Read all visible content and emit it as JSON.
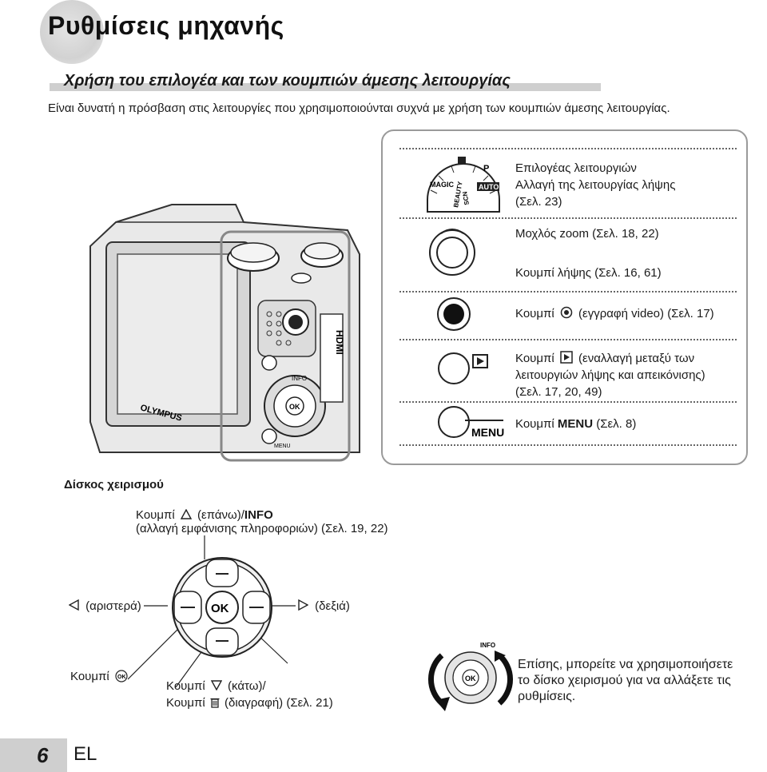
{
  "header": {
    "title": "Ρυθμίσεις μηχανής",
    "subheading": "Χρήση του επιλογέα και των κουμπιών άμεσης λειτουργίας",
    "intro": "Είναι δυνατή η πρόσβαση στις λειτουργίες που χρησιμοποιούνται συχνά με χρήση των κουμπιών άμεσης λειτουργίας."
  },
  "controls": {
    "mode_dial": [
      "Επιλογέας λειτουργιών",
      "Αλλαγή της λειτουργίας λήψης",
      "(Σελ. 23)"
    ],
    "zoom": "Μοχλός zoom (Σελ. 18, 22)",
    "shutter": "Κουμπί λήψης (Σελ. 16, 61)",
    "video_prefix": "Κουμπί",
    "video_suffix": "(εγγραφή video) (Σελ. 17)",
    "play_prefix": "Κουμπί",
    "play_line1_suffix": "(εναλλαγή μεταξύ των",
    "play_line2": "λειτουργιών λήψης και απεικόνισης)",
    "play_line3": "(Σελ. 17, 20, 49)",
    "menu_prefix": "Κουμπί",
    "menu_word": "MENU",
    "menu_suffix": "(Σελ. 8)",
    "menu_button_label": "MENU"
  },
  "dial_labels": {
    "magic": "MAGIC",
    "beauty": "BEAUTY",
    "scn": "SCN",
    "auto": "AUTO",
    "p": "P"
  },
  "camera": {
    "brand": "OLYMPUS",
    "hdmi": "HDMI",
    "info": "INFO",
    "menu": "MENU",
    "ok": "OK"
  },
  "control_dial": {
    "heading": "Δίσκος χειρισμού",
    "up_prefix": "Κουμπί",
    "up_suffix": "(επάνω)/",
    "up_info": "INFO",
    "up_line2": "(αλλαγή εμφάνισης πληροφοριών) (Σελ. 19, 22)",
    "left": "(αριστερά)",
    "right": "(δεξιά)",
    "ok_prefix": "Κουμπί",
    "ok_label": "OK",
    "down_line1_prefix": "Κουμπί",
    "down_line1_suffix": "(κάτω)/",
    "down_line2_prefix": "Κουμπί",
    "down_line2_suffix": "(διαγραφή) (Σελ. 21)",
    "rotate_info": "INFO",
    "rotate_text": [
      "Επίσης, μπορείτε να χρησιμοποιήσετε",
      "το δίσκο χειρισμού για να αλλάξετε τις",
      "ρυθμίσεις."
    ]
  },
  "footer": {
    "page": "6",
    "lang": "EL"
  }
}
